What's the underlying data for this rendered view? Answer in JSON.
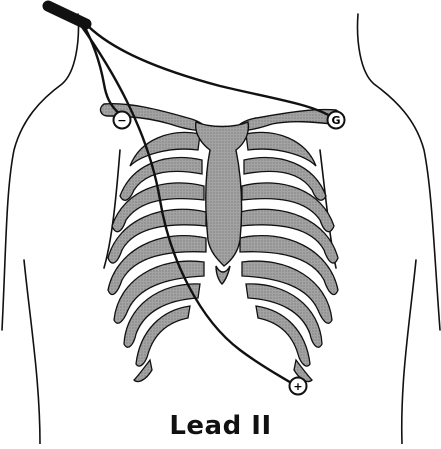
{
  "title": "Lead II",
  "electrodes": [
    {
      "id": "negative",
      "symbol": "−"
    },
    {
      "id": "ground",
      "symbol": "G"
    },
    {
      "id": "positive",
      "symbol": "+"
    }
  ],
  "colors": {
    "ink": "#111111",
    "bone_fill": "#9c9c9c",
    "background": "#ffffff"
  }
}
